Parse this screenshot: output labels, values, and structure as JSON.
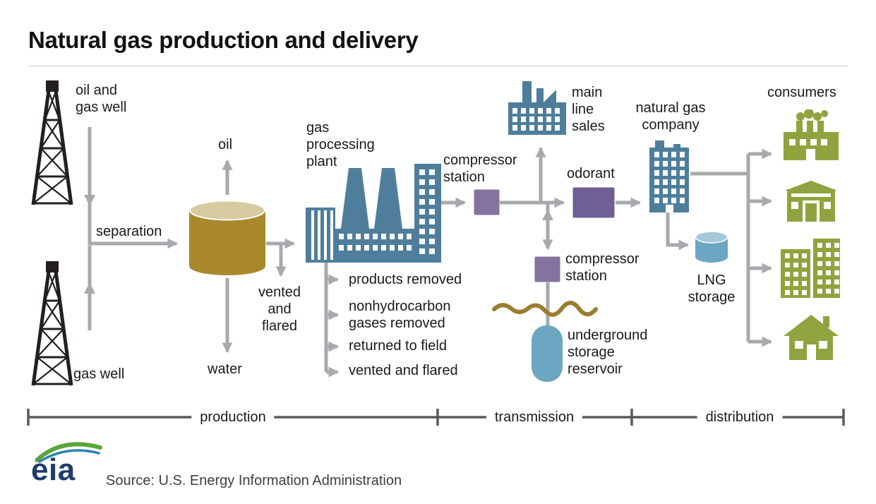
{
  "title": "Natural gas production and delivery",
  "production": {
    "oil_and_gas_well": "oil and\ngas well",
    "gas_well": "gas well",
    "separation": "separation",
    "oil": "oil",
    "water": "water",
    "vented_and_flared": "vented\nand\nflared",
    "gas_processing_plant": "gas\nprocessing\nplant",
    "plant_outputs": [
      "products removed",
      "nonhydrocarbon\ngases removed",
      "returned to field",
      "vented and flared"
    ]
  },
  "transmission": {
    "compressor_station_main": "compressor\nstation",
    "main_line_sales": "main\nline\nsales",
    "odorant": "odorant",
    "compressor_station_storage": "compressor\nstation",
    "underground_storage_reservoir": "underground\nstorage\nreservoir"
  },
  "distribution": {
    "natural_gas_company": "natural gas\ncompany",
    "lng_storage": "LNG\nstorage",
    "consumers": "consumers",
    "consumer_icons": [
      "factory",
      "commercial-building",
      "apartment-buildings",
      "house"
    ]
  },
  "stage_bar": {
    "production": "production",
    "transmission": "transmission",
    "distribution": "distribution"
  },
  "footer": {
    "logo_text": "eia",
    "source": "Source: U.S. Energy Information Administration"
  },
  "colors": {
    "arrow_gray": "#a7a9ac",
    "icon_blue": "#4e7e9c",
    "compressor_purple": "#84739f",
    "odorant_purple": "#6e6096",
    "storage_blue": "#6ba7c3",
    "storage_blue_top": "#a6c9da",
    "tank_brown": "#a9882c",
    "tank_top": "#d8caa0",
    "consumer_green": "#8fa43e",
    "ground_brown": "#9b7d30",
    "stage_bar_gray": "#58595b",
    "derrick_black": "#231f20",
    "logo_navy": "#1d3c6d",
    "logo_green": "#5aa53b",
    "logo_blue": "#2f7fae"
  }
}
